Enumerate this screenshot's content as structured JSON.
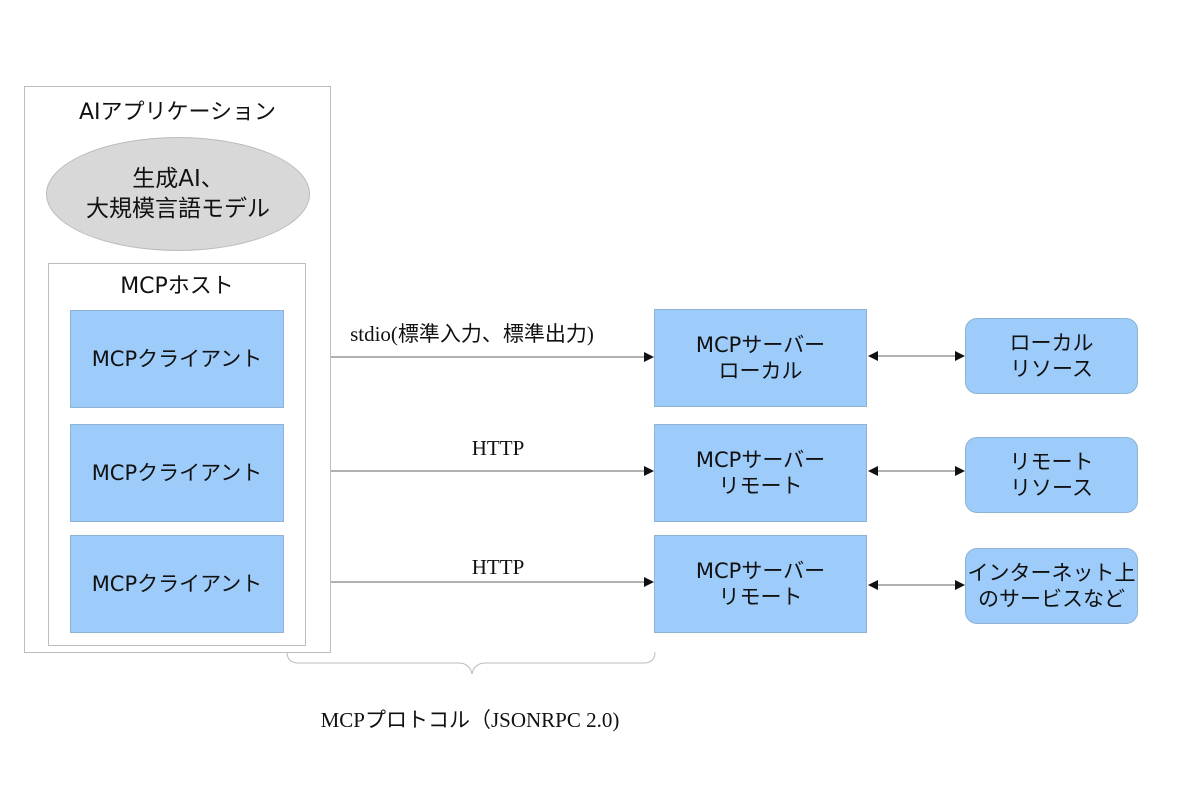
{
  "app": {
    "title": "AIアプリケーション",
    "llm": {
      "line1": "生成AI、",
      "line2": "大規模言語モデル"
    }
  },
  "host": {
    "title": "MCPホスト",
    "clients": [
      "MCPクライアント",
      "MCPクライアント",
      "MCPクライアント"
    ]
  },
  "connections": [
    {
      "label": "stdio(標準入力、標準出力)"
    },
    {
      "label": "HTTP"
    },
    {
      "label": "HTTP"
    }
  ],
  "servers": [
    {
      "line1": "MCPサーバー",
      "line2": "ローカル"
    },
    {
      "line1": "MCPサーバー",
      "line2": "リモート"
    },
    {
      "line1": "MCPサーバー",
      "line2": "リモート"
    }
  ],
  "resources": [
    {
      "line1": "ローカル",
      "line2": "リソース"
    },
    {
      "line1": "リモート",
      "line2": "リソース"
    },
    {
      "line1": "インターネット上",
      "line2": "のサービスなど"
    }
  ],
  "protocol": {
    "label": "MCPプロトコル（JSONRPC 2.0)"
  },
  "colors": {
    "box_fill": "#9dcbfa",
    "ellipse_fill": "#d8d8d8",
    "line": "#666666"
  }
}
